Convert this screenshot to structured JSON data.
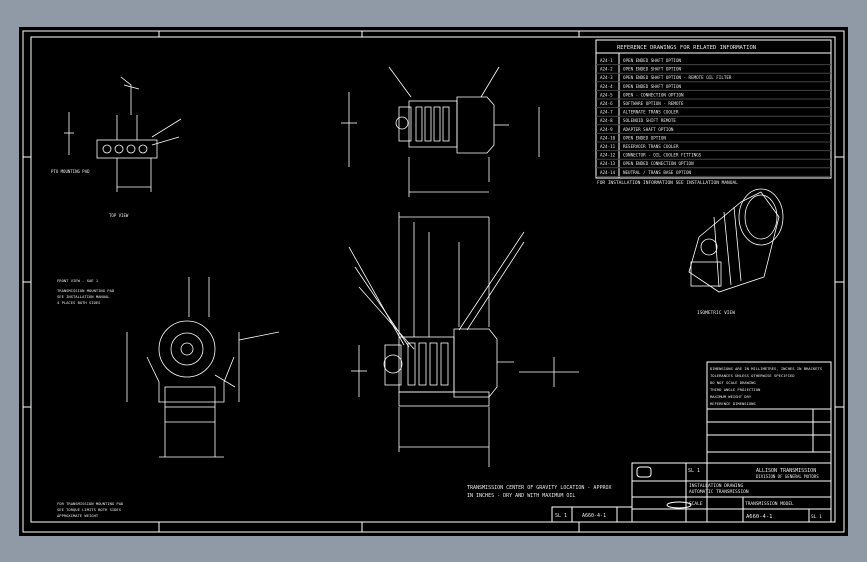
{
  "window": {
    "background": "#8f9aa6",
    "sheet_background": "#000000",
    "line_color": "#ffffff"
  },
  "drawing": {
    "sheet_number_left": "SL 1",
    "drawing_number": "A660-4-1",
    "view_label": "ISOMETRIC VIEW",
    "sheet_number_right": "SL 1",
    "notes_lines": [
      "TRANSMISSION CENTER OF GRAVITY LOCATION - APPROX",
      "IN INCHES - DRY AND WITH MAXIMUM OIL"
    ]
  },
  "revision_table": {
    "title": "REFERENCE DRAWINGS FOR RELATED INFORMATION",
    "rows": [
      {
        "code": "A24-1",
        "text": "OPEN ENDED SHAFT OPTION"
      },
      {
        "code": "A24-2",
        "text": "OPEN ENDED SHAFT OPTION"
      },
      {
        "code": "A24-3",
        "text": "OPEN ENDED SHAFT OPTION - REMOTE OIL FILTER"
      },
      {
        "code": "A24-4",
        "text": "OPEN ENDED SHAFT OPTION"
      },
      {
        "code": "A24-5",
        "text": "OPEN - CONNECTION OPTION"
      },
      {
        "code": "A24-6",
        "text": "SOFTWARE OPTION - REMOTE"
      },
      {
        "code": "A24-7",
        "text": "ALTERNATE TRANS COOLER"
      },
      {
        "code": "A24-8",
        "text": "SOLENOID SHIFT REMOTE"
      },
      {
        "code": "A24-9",
        "text": "ADAPTER SHAFT OPTION"
      },
      {
        "code": "A24-10",
        "text": "OPEN ENDED OPTION"
      },
      {
        "code": "A24-11",
        "text": "RESERVOIR TRANS COOLER"
      },
      {
        "code": "A24-12",
        "text": "CONNECTOR - OIL COOLER FITTINGS"
      },
      {
        "code": "A24-13",
        "text": "OPEN ENDED CONNECTION OPTION"
      },
      {
        "code": "A24-14",
        "text": "NEUTRAL / TRANS BASE OPTION"
      }
    ],
    "footer": "FOR INSTALLATION INFORMATION SEE INSTALLATION MANUAL"
  },
  "title_block": {
    "company": "ALLISON TRANSMISSION",
    "division": "DIVISION OF GENERAL MOTORS",
    "title_1": "INSTALLATION DRAWING",
    "title_2": "AUTOMATIC TRANSMISSION",
    "model": "TRANSMISSION MODEL",
    "scale": "SCALE",
    "dwg": "A660-4-1",
    "sheet": "SL 1",
    "notes": [
      "DIMENSIONS ARE IN MILLIMETRES, INCHES IN BRACKETS",
      "TOLERANCES UNLESS OTHERWISE SPECIFIED",
      "DO NOT SCALE DRAWING",
      "THIRD ANGLE PROJECTION",
      "MAXIMUM WEIGHT DRY",
      "REFERENCE DIMENSIONS"
    ]
  },
  "callouts": {
    "front_view_left": "FRONT VIEW - SAE 1",
    "top_view_label": "TOP VIEW",
    "pto_label": "PTO MOUNTING PAD",
    "left_notes": [
      "TRANSMISSION MOUNTING PAD",
      "SEE INSTALLATION MANUAL",
      "4 PLACES BOTH SIDES"
    ],
    "bottom_left_notes": [
      "FOR TRANSMISSION MOUNTING PAD",
      "SEE TORQUE LIMITS BOTH SIDES",
      "APPROXIMATE WEIGHT"
    ]
  }
}
